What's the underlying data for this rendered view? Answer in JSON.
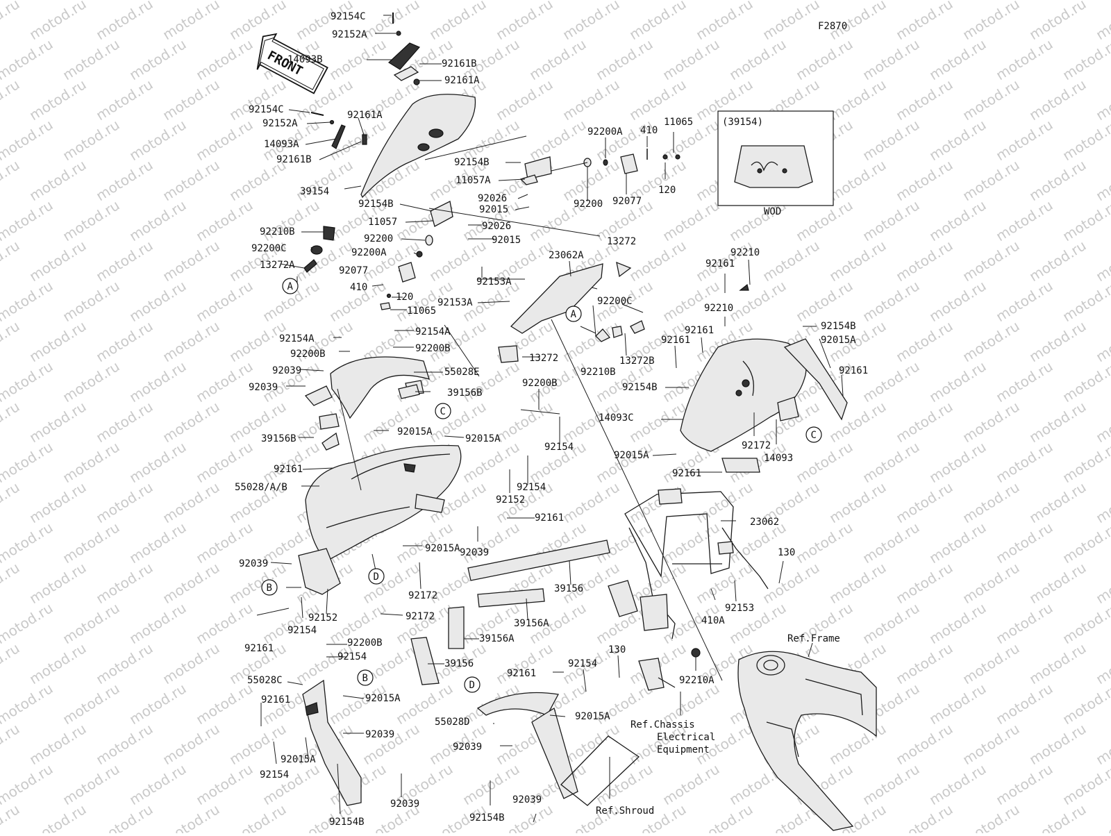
{
  "figure_code": "F2870",
  "watermark": "motod.ru",
  "front_arrow": "FRONT",
  "inset": {
    "code": "(39154)",
    "caption": "WOD"
  },
  "circle_refs": [
    "A",
    "A",
    "B",
    "B",
    "C",
    "C",
    "D",
    "D"
  ],
  "labels": [
    "92154C",
    "92152A",
    "14093B",
    "92161B",
    "92161A",
    "92154C",
    "92152A",
    "14093A",
    "92161B",
    "92161A",
    "39154",
    "92154B",
    "11057A",
    "92026",
    "92015",
    "92200A",
    "410",
    "11065",
    "92200",
    "92077",
    "120",
    "92154B",
    "11057",
    "92026",
    "92015",
    "92200",
    "92200A",
    "92077",
    "410",
    "120",
    "11065",
    "92210B",
    "92200C",
    "13272A",
    "13272",
    "23062A",
    "92153A",
    "92153A",
    "92200C",
    "13272",
    "92210B",
    "13272B",
    "92154A",
    "92200B",
    "92039",
    "92039",
    "92154A",
    "92200B",
    "55028E",
    "39156B",
    "92200B",
    "92154",
    "92015A",
    "92015A",
    "39156B",
    "92161",
    "55028/A/B",
    "92154",
    "92152",
    "92161",
    "92039",
    "92015A",
    "92039",
    "92172",
    "92172",
    "92152",
    "92154",
    "92161",
    "39156",
    "39156A",
    "39156A",
    "39156",
    "92200B",
    "92154",
    "55028C",
    "92161",
    "92015A",
    "92039",
    "92015A",
    "92154",
    "92154B",
    "92039",
    "92161",
    "92154",
    "55028D",
    "92015A",
    "92039",
    "92154B",
    "92039",
    "92210",
    "92161",
    "92210",
    "92161",
    "92161",
    "92154B",
    "92015A",
    "92161",
    "92154B",
    "14093C",
    "92015A",
    "92172",
    "14093",
    "92161",
    "23062",
    "130",
    "410A",
    "92153",
    "130",
    "92210A"
  ],
  "ref_notes": {
    "frame": "Ref.Frame",
    "chassis_1": "Ref.Chassis",
    "chassis_2": "Electrical",
    "chassis_3": "Equipment",
    "shroud": "Ref.Shroud"
  }
}
